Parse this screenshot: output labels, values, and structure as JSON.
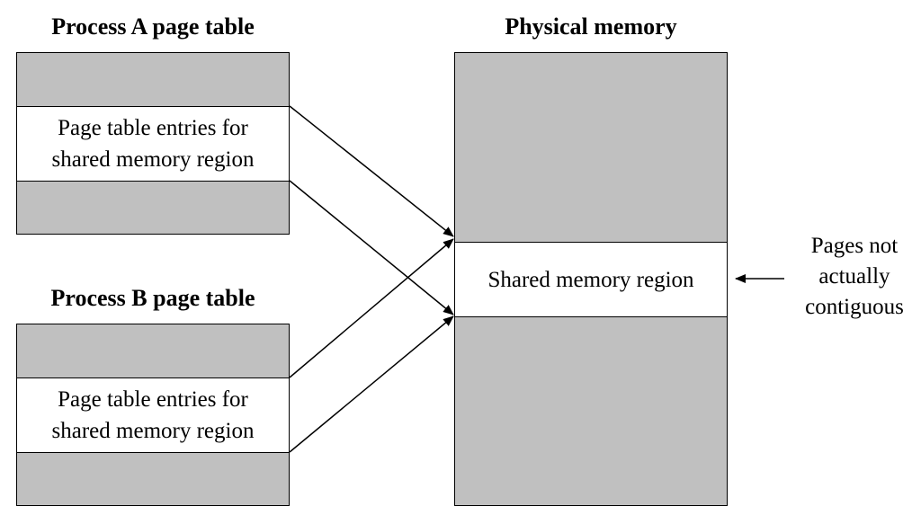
{
  "diagram": {
    "process_a": {
      "title": "Process A page table",
      "entries_label_line1": "Page table entries for",
      "entries_label_line2": "shared memory region"
    },
    "process_b": {
      "title": "Process B page table",
      "entries_label_line1": "Page table entries for",
      "entries_label_line2": "shared memory region"
    },
    "physical_memory": {
      "title": "Physical memory",
      "shared_region_label": "Shared memory region"
    },
    "note": {
      "line1": "Pages not",
      "line2": "actually",
      "line3": "contiguous"
    },
    "colors": {
      "unused_region": "#c0c0c0",
      "shared_region": "#ffffff",
      "stroke": "#000000"
    }
  }
}
